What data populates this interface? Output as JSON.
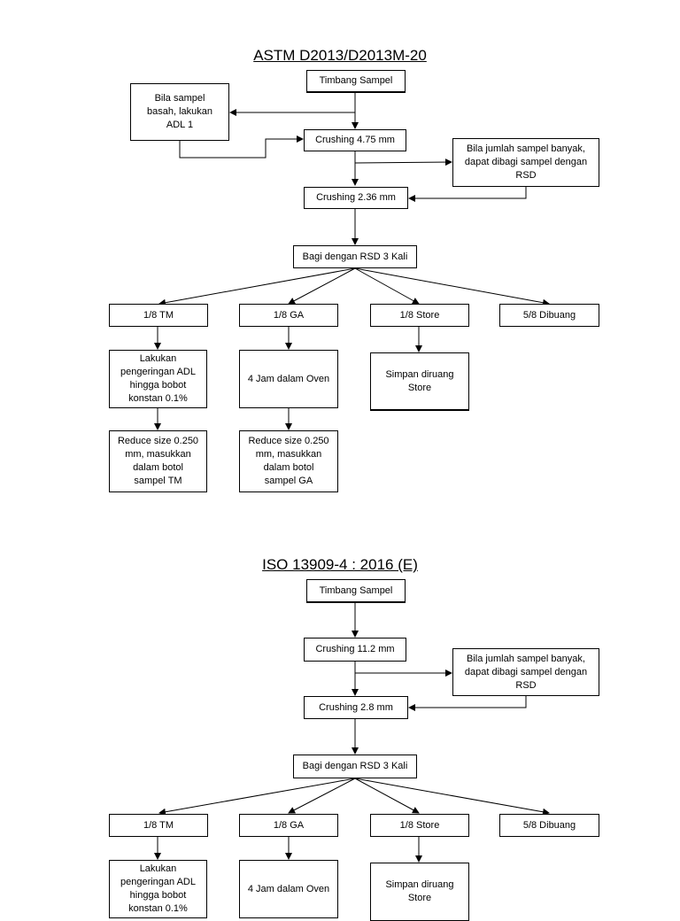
{
  "astm": {
    "title": "ASTM D2013/D2013M-20",
    "timbang": "Timbang Sampel",
    "basah": "Bila sampel\nbasah, lakukan\nADL 1",
    "crushing1": "Crushing 4.75 mm",
    "banyak": "Bila jumlah sampel banyak,\ndapat dibagi sampel dengan\nRSD",
    "crushing2": "Crushing 2.36  mm",
    "bagi": "Bagi dengan RSD 3 Kali",
    "tm": "1/8 TM",
    "ga": "1/8 GA",
    "store": "1/8 Store",
    "dibuang": "5/8 Dibuang",
    "adl": "Lakukan\npengeringan ADL\nhingga bobot\nkonstan 0.1%",
    "oven": "4 Jam dalam Oven",
    "simpan": "Simpan diruang\nStore",
    "reduce_tm": "Reduce size 0.250\nmm, masukkan\ndalam botol\nsampel TM",
    "reduce_ga": "Reduce size 0.250\nmm, masukkan\ndalam botol\nsampel GA"
  },
  "iso": {
    "title": "ISO 13909-4 : 2016 (E)",
    "timbang": "Timbang Sampel",
    "crushing1": "Crushing 11.2 mm",
    "banyak": "Bila jumlah sampel banyak,\ndapat dibagi sampel dengan\nRSD",
    "crushing2": "Crushing 2.8  mm",
    "bagi": "Bagi dengan RSD 3 Kali",
    "tm": "1/8 TM",
    "ga": "1/8 GA",
    "store": "1/8 Store",
    "dibuang": "5/8 Dibuang",
    "adl": "Lakukan\npengeringan ADL\nhingga bobot\nkonstan 0.1%",
    "oven": "4 Jam dalam Oven",
    "simpan": "Simpan diruang\nStore"
  }
}
